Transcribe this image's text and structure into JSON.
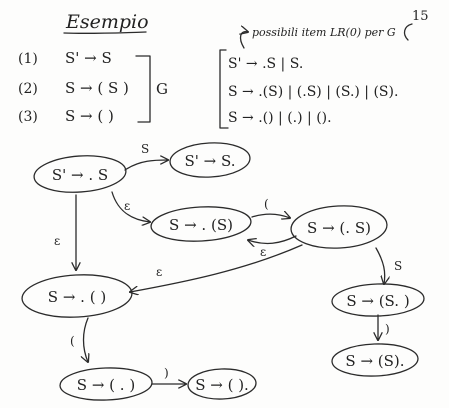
{
  "header": {
    "title": "Esempio",
    "page_number": "15"
  },
  "grammar": {
    "rules": [
      {
        "number": "(1)",
        "production": "S' → S"
      },
      {
        "number": "(2)",
        "production": "S → ( S )"
      },
      {
        "number": "(3)",
        "production": "S → ( )"
      }
    ],
    "name": "G"
  },
  "items_note": {
    "caption": "possibili item LR(0) per G",
    "lines": [
      "S' → .S | S.",
      "S → .(S) | (.S) | (S.) | (S).",
      "S → .() | (.) | ()."
    ]
  },
  "automaton": {
    "states": [
      {
        "id": "q0",
        "label": "S' → . S"
      },
      {
        "id": "q1",
        "label": "S' → S."
      },
      {
        "id": "q2",
        "label": "S → . (S)"
      },
      {
        "id": "q3",
        "label": "S → (. S)"
      },
      {
        "id": "q4",
        "label": "S → . ( )"
      },
      {
        "id": "q5",
        "label": "S → (S. )"
      },
      {
        "id": "q6",
        "label": "S → ( . )"
      },
      {
        "id": "q7",
        "label": "S → (S)."
      },
      {
        "id": "q8",
        "label": "S → ( )."
      }
    ],
    "transitions": [
      {
        "from": "q0",
        "to": "q1",
        "label": "S"
      },
      {
        "from": "q0",
        "to": "q2",
        "label": "ε"
      },
      {
        "from": "q0",
        "to": "q4",
        "label": "ε"
      },
      {
        "from": "q2",
        "to": "q3",
        "label": "("
      },
      {
        "from": "q3",
        "to": "q2",
        "label": "ε"
      },
      {
        "from": "q3",
        "to": "q4",
        "label": "ε"
      },
      {
        "from": "q3",
        "to": "q5",
        "label": "S"
      },
      {
        "from": "q5",
        "to": "q7",
        "label": ")"
      },
      {
        "from": "q4",
        "to": "q6",
        "label": "("
      },
      {
        "from": "q6",
        "to": "q8",
        "label": ")"
      }
    ]
  },
  "colors": {
    "ink": "#2b2b2b",
    "paper": "#fdfdfc"
  }
}
